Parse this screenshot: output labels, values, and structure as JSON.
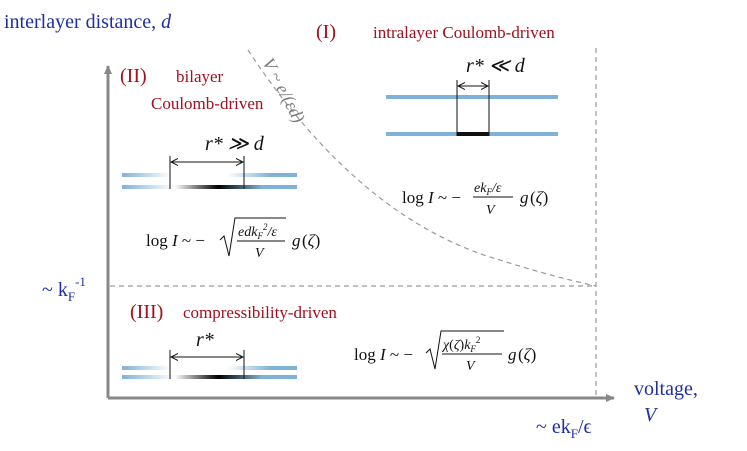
{
  "axes": {
    "y_label": "interlayer distance, d",
    "y_label_text": "interlayer distance, ",
    "y_label_var": "d",
    "y_tick": "~ k",
    "y_tick_sub": "F",
    "y_tick_sup": "-1",
    "x_label_line1": "voltage,",
    "x_label_line2": "V",
    "x_tick_prefix": "~ ek",
    "x_tick_sub": "F",
    "x_tick_suffix": "/ϵ"
  },
  "regions": {
    "intralayer": {
      "tag": "(I)",
      "title": "intralayer Coulomb-driven",
      "scale_label": "r* ≪ d",
      "formula": "log I ~ −(ek_F/ε)/V · g(ζ)"
    },
    "bilayer": {
      "tag": "(II)",
      "title_line1": "bilayer",
      "title_line2": "Coulomb-driven",
      "scale_label": "r* ≫ d",
      "formula": "log I ~ −√(edk_F²/ε / V) · g(ζ)"
    },
    "compressibility": {
      "tag": "(III)",
      "title": "compressibility-driven",
      "scale_label": "r*",
      "formula": "log I ~ −√(χ(ζ)k_F² / V) · g(ζ)"
    }
  },
  "boundary_label": "V ~ e/(εd)",
  "colors": {
    "axis_label": "#1f2fa0",
    "region_title": "#a0101e",
    "boundary": "#8a8a8a",
    "layer": "#7fb2d8"
  }
}
